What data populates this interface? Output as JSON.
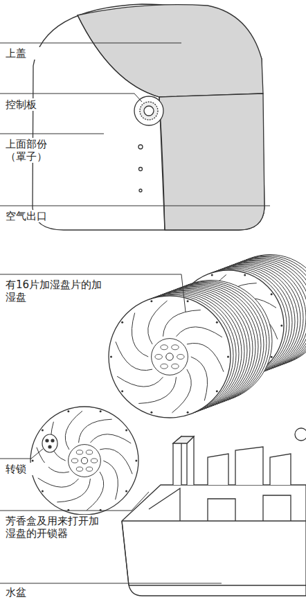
{
  "diagram": {
    "labels": [
      "上盖",
      "控制板",
      "上面部份 （罩子）",
      "空气出口",
      "有16片加湿盘片的加 湿盘",
      "转锁",
      "芳香盒及用来打开加 湿盘的开锁器",
      "水盆"
    ]
  }
}
